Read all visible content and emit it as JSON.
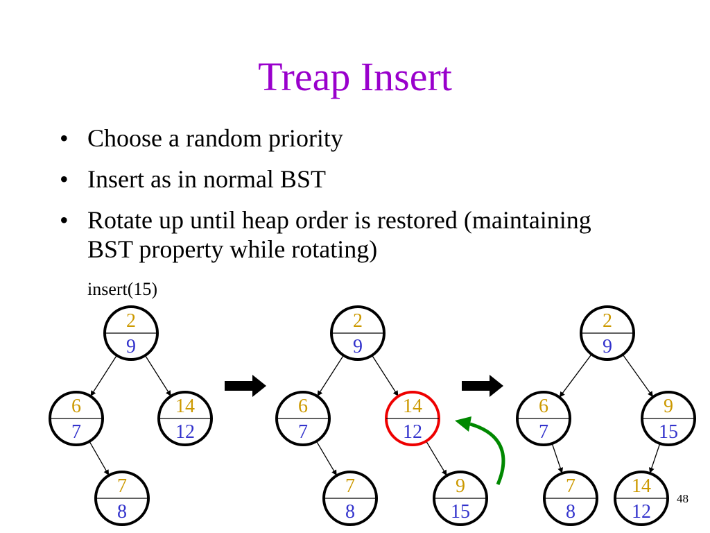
{
  "title": "Treap Insert",
  "bullets": [
    {
      "bullet": "•",
      "lines": [
        "Choose a random priority"
      ]
    },
    {
      "bullet": "•",
      "lines": [
        "Insert as in normal BST"
      ]
    },
    {
      "bullet": "•",
      "lines": [
        "Rotate up until heap order is restored (maintaining",
        "BST property while rotating)"
      ]
    }
  ],
  "caption": "insert(15)",
  "page_number": "48",
  "colors": {
    "title": "#9900CC",
    "priority": "#CC9900",
    "key": "#3333CC",
    "highlight": "#EE0000",
    "curve_arrow": "#008800",
    "outline": "#000000"
  },
  "trees": [
    {
      "nodes": [
        {
          "id": "a",
          "priority": "2",
          "key": "9"
        },
        {
          "id": "b",
          "priority": "6",
          "key": "7"
        },
        {
          "id": "c",
          "priority": "14",
          "key": "12"
        },
        {
          "id": "d",
          "priority": "7",
          "key": "8"
        }
      ],
      "edges": [
        [
          "a",
          "b"
        ],
        [
          "a",
          "c"
        ],
        [
          "b",
          "d"
        ]
      ]
    },
    {
      "nodes": [
        {
          "id": "a",
          "priority": "2",
          "key": "9"
        },
        {
          "id": "b",
          "priority": "6",
          "key": "7"
        },
        {
          "id": "c",
          "priority": "14",
          "key": "12",
          "highlight": true
        },
        {
          "id": "d",
          "priority": "7",
          "key": "8"
        },
        {
          "id": "e",
          "priority": "9",
          "key": "15"
        }
      ],
      "edges": [
        [
          "a",
          "b"
        ],
        [
          "a",
          "c"
        ],
        [
          "b",
          "d"
        ],
        [
          "c",
          "e"
        ]
      ]
    },
    {
      "nodes": [
        {
          "id": "a",
          "priority": "2",
          "key": "9"
        },
        {
          "id": "b",
          "priority": "6",
          "key": "7"
        },
        {
          "id": "c",
          "priority": "9",
          "key": "15"
        },
        {
          "id": "d",
          "priority": "7",
          "key": "8"
        },
        {
          "id": "e",
          "priority": "14",
          "key": "12"
        }
      ],
      "edges": [
        [
          "a",
          "b"
        ],
        [
          "a",
          "c"
        ],
        [
          "b",
          "d"
        ],
        [
          "c",
          "e"
        ]
      ]
    }
  ]
}
